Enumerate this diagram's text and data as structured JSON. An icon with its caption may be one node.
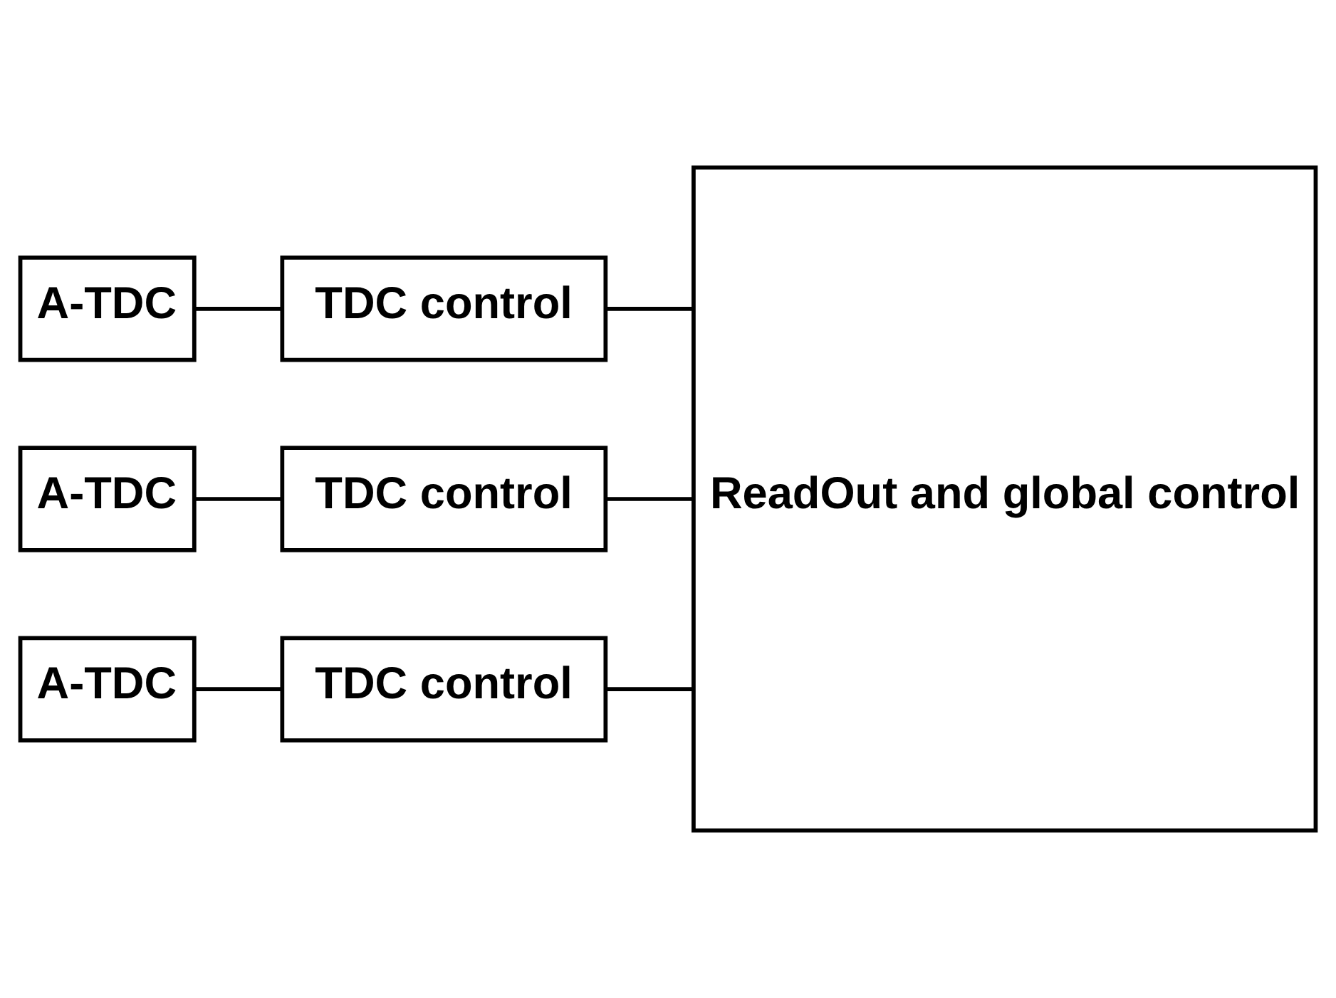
{
  "diagram": {
    "nodes": [
      {
        "text": [
          "A-TDC"
        ]
      },
      {
        "text": [
          "TDC control"
        ]
      },
      {
        "text": [
          "ReadOut and global control"
        ]
      },
      {
        "text": [
          "A-TDC"
        ]
      },
      {
        "text": [
          "TDC control"
        ]
      },
      {
        "text": [
          "A-TDC"
        ]
      },
      {
        "text": [
          "TDC control"
        ]
      }
    ],
    "edges": [
      {
        "from": 0,
        "to": 1,
        "arrow": "none"
      },
      {
        "from": 1,
        "to": 2,
        "arrow": "none"
      },
      {
        "from": 3,
        "to": 4,
        "arrow": "none"
      },
      {
        "from": 4,
        "to": 2,
        "arrow": "none"
      },
      {
        "from": 5,
        "to": 6,
        "arrow": "none"
      },
      {
        "from": 6,
        "to": 2,
        "arrow": "none"
      }
    ]
  }
}
